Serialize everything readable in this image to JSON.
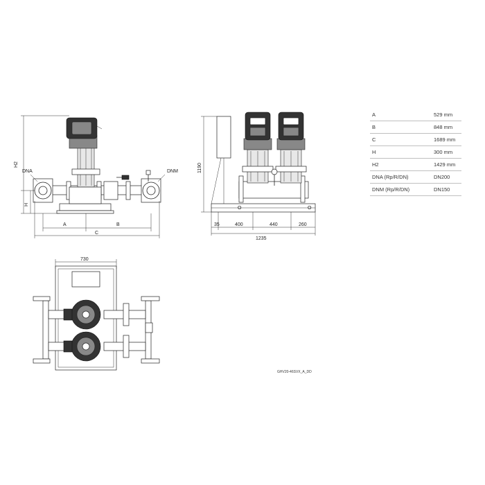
{
  "front_view": {
    "labels": {
      "dna": "DNA",
      "dnm": "DNM",
      "h2": "H2",
      "h": "H",
      "a": "A",
      "b": "B",
      "c": "C"
    }
  },
  "side_view": {
    "height": "1190",
    "bottom": [
      "35",
      "400",
      "440",
      "260"
    ],
    "total": "1235"
  },
  "top_view": {
    "width": "730"
  },
  "drawing_code": "GHV20-46SVX_A_DD",
  "spec_table": {
    "rows": [
      {
        "label": "A",
        "value": "529 mm"
      },
      {
        "label": "B",
        "value": "848 mm"
      },
      {
        "label": "C",
        "value": "1689 mm"
      },
      {
        "label": "H",
        "value": "300 mm"
      },
      {
        "label": "H2",
        "value": "1429 mm"
      },
      {
        "label": "DNA (Rp/R/DN)",
        "value": "DN200"
      },
      {
        "label": "DNM (Rp/R/DN)",
        "value": "DN150"
      }
    ]
  }
}
